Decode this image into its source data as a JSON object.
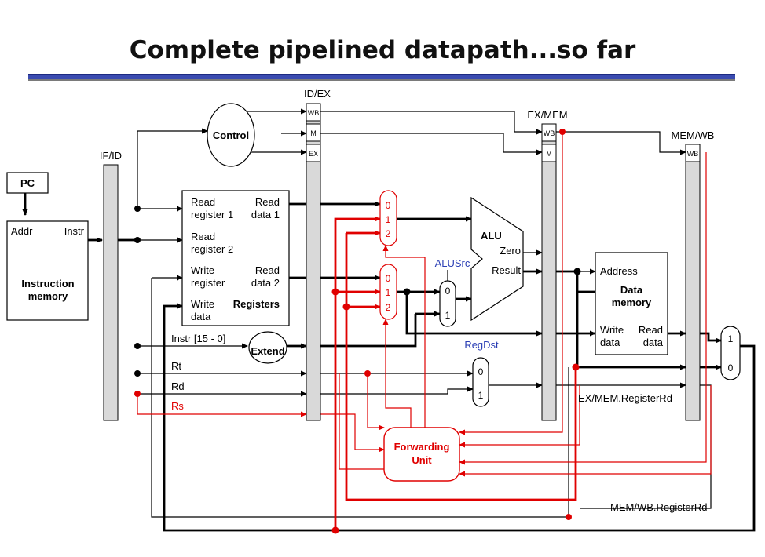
{
  "title": "Complete pipelined datapath...so far",
  "colors": {
    "forward": "#e00000",
    "accent": "#2b3fb5",
    "register_fill": "#d9d9d9",
    "wire": "#000000"
  },
  "pipeline_registers": {
    "if_id": "IF/ID",
    "id_ex": "ID/EX",
    "ex_mem": "EX/MEM",
    "mem_wb": "MEM/WB",
    "wb": "WB",
    "m": "M",
    "ex": "EX"
  },
  "pc": "PC",
  "instruction_memory": {
    "addr": "Addr",
    "instr": "Instr",
    "line1": "Instruction",
    "line2": "memory"
  },
  "control": "Control",
  "registers": {
    "read_register_1": [
      "Read",
      "register 1"
    ],
    "read_register_2": [
      "Read",
      "register 2"
    ],
    "write_register": [
      "Write",
      "register"
    ],
    "write_data": [
      "Write",
      "data"
    ],
    "read_data_1": [
      "Read",
      "data 1"
    ],
    "read_data_2": [
      "Read",
      "data 2"
    ],
    "name": "Registers"
  },
  "extend": "Extend",
  "field_labels": {
    "instr": "Instr [15 - 0]",
    "rt": "Rt",
    "rd": "Rd",
    "rs": "Rs"
  },
  "mux_forward_a": [
    "0",
    "1",
    "2"
  ],
  "mux_forward_b": [
    "0",
    "1",
    "2"
  ],
  "mux_alusrc": [
    "0",
    "1"
  ],
  "mux_regdst": [
    "0",
    "1"
  ],
  "mux_wb": [
    "1",
    "0"
  ],
  "alusrc": "ALUSrc",
  "regdst": "RegDst",
  "alu": {
    "name": "ALU",
    "zero": "Zero",
    "result": "Result"
  },
  "data_memory": {
    "address": "Address",
    "name1": "Data",
    "name2": "memory",
    "write_data": [
      "Write",
      "data"
    ],
    "read_data": [
      "Read",
      "data"
    ]
  },
  "forwarding_unit": [
    "Forwarding",
    "Unit"
  ],
  "ex_mem_register_rd": "EX/MEM.RegisterRd",
  "mem_wb_register_rd": "MEM/WB.RegisterRd"
}
